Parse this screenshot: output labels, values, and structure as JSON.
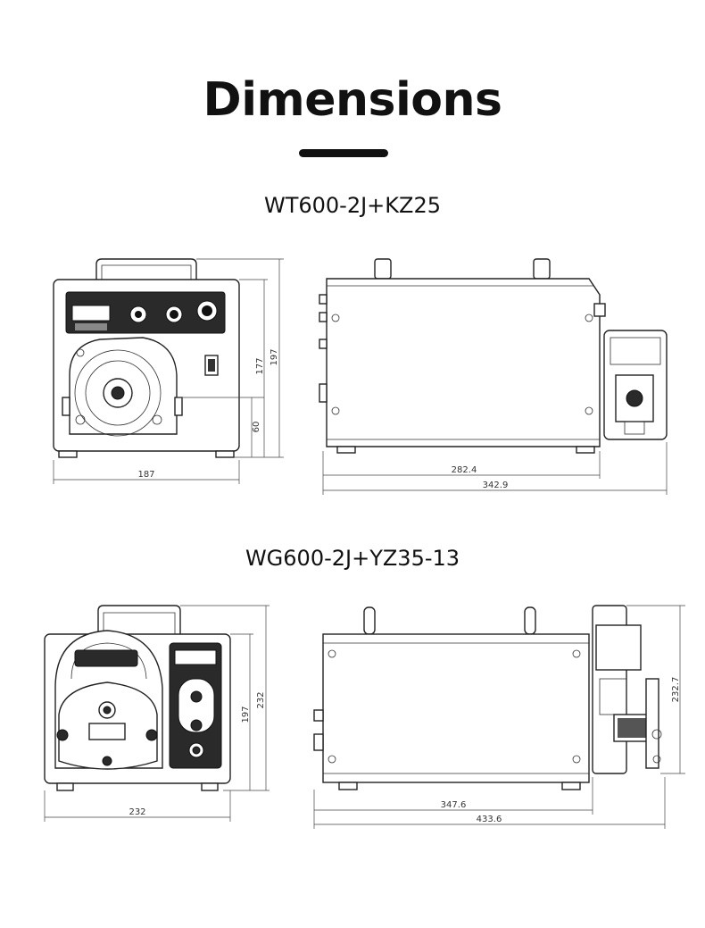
{
  "page": {
    "title": "Dimensions"
  },
  "models": [
    {
      "name": "WT600-2J+KZ25",
      "front_view": {
        "width_label": "187",
        "height_label_1": "177",
        "height_label_2": "197",
        "height_label_3": "60"
      },
      "side_view": {
        "length_label_1": "282.4",
        "length_label_2": "342.9"
      }
    },
    {
      "name": "WG600-2J+YZ35-13",
      "front_view": {
        "width_label": "232",
        "height_label_1": "197",
        "height_label_2": "232"
      },
      "side_view": {
        "length_label_1": "347.6",
        "length_label_2": "433.6",
        "height_label": "232.7"
      }
    }
  ]
}
